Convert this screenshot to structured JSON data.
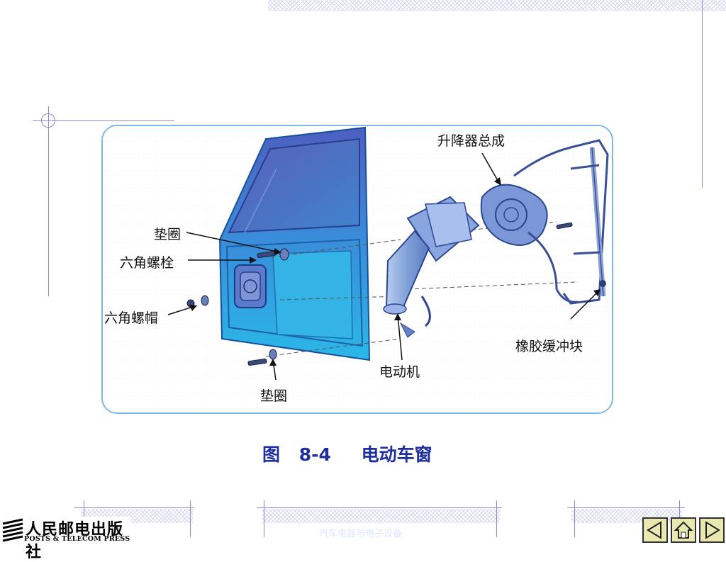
{
  "slide": {
    "caption": {
      "prefix": "图",
      "number": "8-4",
      "title": "电动车窗"
    },
    "footer_text": "汽车电器与电子设备"
  },
  "diagram": {
    "labels": {
      "washer_top": "垫圈",
      "hex_bolt": "六角螺栓",
      "hex_nut": "六角螺帽",
      "washer_bottom": "垫圈",
      "motor": "电动机",
      "regulator_assembly": "升降器总成",
      "rubber_buffer": "橡胶缓冲块"
    }
  },
  "publisher": {
    "name_cn": "人民邮电出版社",
    "name_en": "POSTS & TELECOM PRESS"
  },
  "nav": {
    "prev_icon": "triangle-left-icon",
    "home_icon": "home-icon",
    "next_icon": "triangle-right-icon"
  },
  "colors": {
    "caption": "#1e2fa0",
    "frame_border": "#7fb8e8",
    "door_top": "#4d5fc0",
    "door_bottom": "#2ab8e8",
    "motor": "#7f9fd8",
    "nav_button": "#e8e8b0"
  }
}
